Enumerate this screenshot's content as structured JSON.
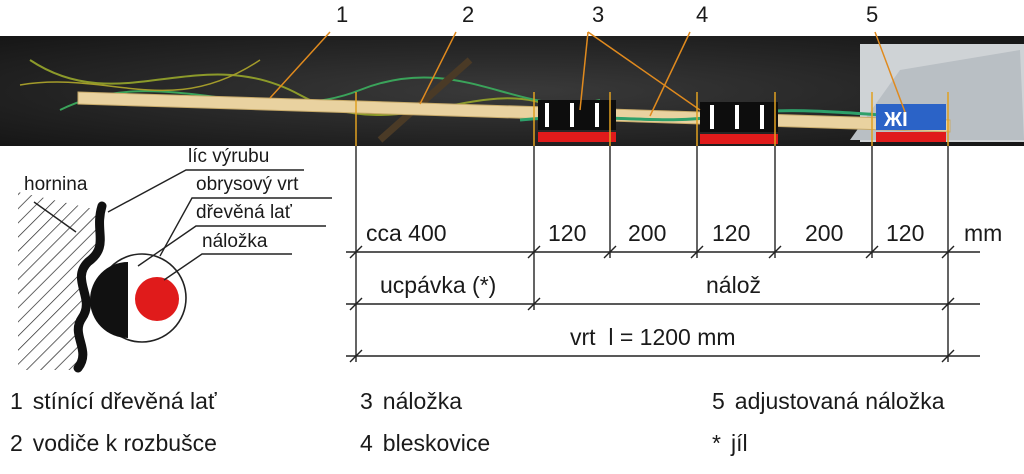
{
  "photo_callouts": [
    "1",
    "2",
    "3",
    "4",
    "5"
  ],
  "side_labels": {
    "hornina": "hornina",
    "lic_vyrubu": "líc výrubu",
    "obrysovy_vrt": "obrysový vrt",
    "drevena_lat": "dřevěná lať",
    "nalozka": "náložka"
  },
  "dimensions": {
    "segments": [
      "cca 400",
      "120",
      "200",
      "120",
      "200",
      "120"
    ],
    "unit": "mm",
    "row2": {
      "ucpavka": "ucpávka (*)",
      "naloz": "nálož"
    },
    "row3": "vrt  l = 1200 mm"
  },
  "legend": [
    {
      "num": "1",
      "text": "stínící dřevěná lať"
    },
    {
      "num": "3",
      "text": "náložka"
    },
    {
      "num": "5",
      "text": "adjustovaná náložka"
    },
    {
      "num": "2",
      "text": "vodiče k rozbušce"
    },
    {
      "num": "4",
      "text": "bleskovice"
    },
    {
      "num": "*",
      "text": "jíl"
    }
  ],
  "colors": {
    "photo_bg": "#2b2b2b",
    "lath": "#e9d2a0",
    "leader": "#e08a1e",
    "charge_red": "#e01b1b",
    "rock_black": "#111111"
  }
}
